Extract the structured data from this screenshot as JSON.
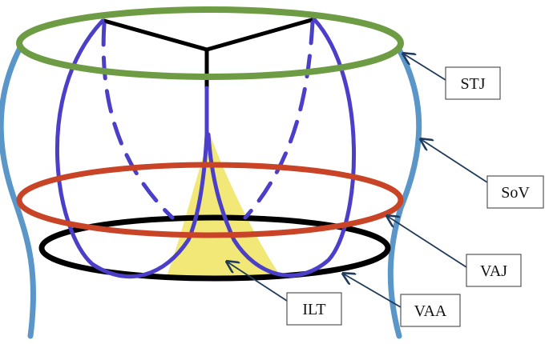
{
  "diagram": {
    "labels": {
      "stj": "STJ",
      "sov": "SoV",
      "vaj": "VAJ",
      "vaa": "VAA",
      "ilt": "ILT"
    },
    "colors": {
      "stj_ring": "#6e9c44",
      "vaj_ring": "#c94427",
      "vaa_ring": "#000000",
      "sinus_wall": "#5b96c8",
      "leaflets": "#4b3fc9",
      "commissures": "#000000",
      "ilt_fill": "#f1e878",
      "arrows": "#1f3a5a"
    }
  }
}
